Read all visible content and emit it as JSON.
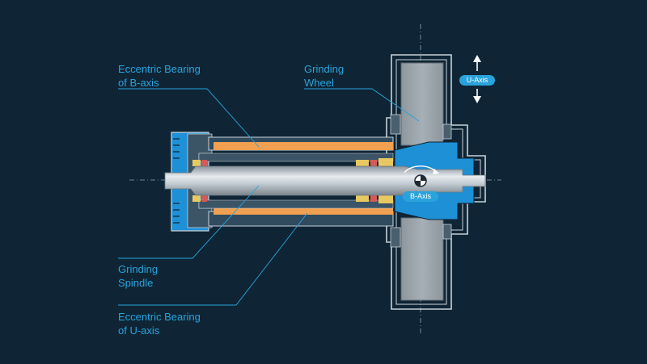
{
  "labels": {
    "eccentric_b": {
      "line1": "Eccentric Bearing",
      "line2": "of B-axis"
    },
    "grinding_wheel": {
      "line1": "Grinding",
      "line2": "Wheel"
    },
    "grinding_spindle": {
      "line1": "Grinding",
      "line2": "Spindle"
    },
    "eccentric_u": {
      "line1": "Eccentric Bearing",
      "line2": "of U-axis"
    }
  },
  "badges": {
    "u_axis": "U-Axis",
    "b_axis": "B-Axis"
  },
  "colors": {
    "background": "#0f2535",
    "label_text": "#2aa3dc",
    "outline": "#c8d2da",
    "housing_blue": "#1e90d6",
    "bearing_orange": "#f0a050",
    "bearing_yellow": "#e8c860",
    "seal_red": "#d45a5a",
    "shaft_grey": "#b7c0c8",
    "wheel_grey": "#9aa2aa",
    "dark_part": "#3c5566"
  }
}
